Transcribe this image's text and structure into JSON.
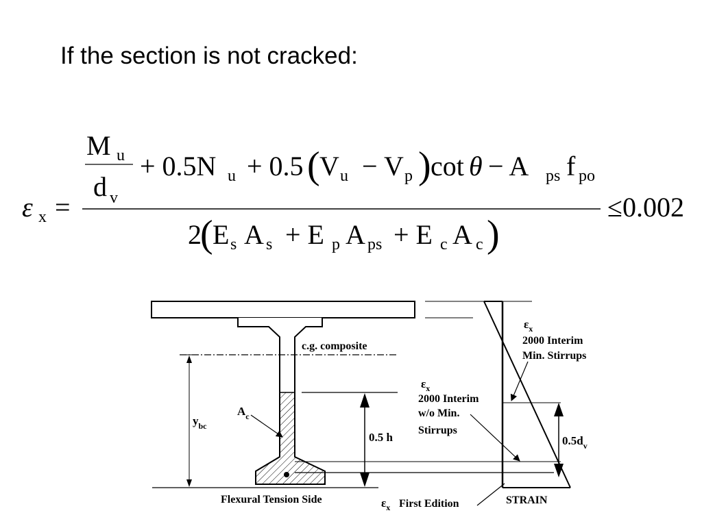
{
  "slide": {
    "title": "If the section is not cracked:"
  },
  "formula": {
    "lhs_eps": "ε",
    "lhs_sub": "x",
    "equals": "=",
    "num_M": "M",
    "num_M_sub": "u",
    "num_d": "d",
    "num_d_sub": "v",
    "num_t1": "+ 0.5N",
    "num_t1_sub": "u",
    "num_t2": "+ 0.5",
    "num_paren_open": "(",
    "num_V1": "V",
    "num_V1_sub": "u",
    "num_minus": "−",
    "num_V2": "V",
    "num_V2_sub": "p",
    "num_paren_close": ")",
    "num_cot": "cot",
    "num_theta": "θ",
    "num_t3": "− A",
    "num_t3_sub": "ps",
    "num_f": "f",
    "num_f_sub": "po",
    "den_2": "2",
    "den_paren_open": "(",
    "den_E1": "E",
    "den_E1_sub": "s",
    "den_A1": "A",
    "den_A1_sub": "s",
    "den_plus1": "+ E",
    "den_plus1_sub": "p",
    "den_A2": "A",
    "den_A2_sub": "ps",
    "den_plus2": "+ E",
    "den_plus2_sub": "c",
    "den_A3": "A",
    "den_A3_sub": "c",
    "den_paren_close": ")",
    "rhs": "≤0.002"
  },
  "diagram": {
    "cg_label": "c.g. composite",
    "ybc_main": "y",
    "ybc_sub": "bc",
    "ac_main": "A",
    "ac_sub": "c",
    "half_h": "0.5 h",
    "flexural_label": "Flexural Tension Side",
    "strain_label": "STRAIN",
    "first_edition_eps": "ε",
    "first_edition_sub": "x",
    "first_edition_text": "First Edition",
    "interim_wo_eps": "ε",
    "interim_wo_sub": "x",
    "interim_wo_line1": "2000 Interim",
    "interim_wo_line2": "w/o Min.",
    "interim_wo_line3": "Stirrups",
    "interim_min_eps": "ε",
    "interim_min_sub": "x",
    "interim_min_line1": "2000 Interim",
    "interim_min_line2": "Min. Stirrups",
    "dv_main": "0.5d",
    "dv_sub": "v"
  }
}
